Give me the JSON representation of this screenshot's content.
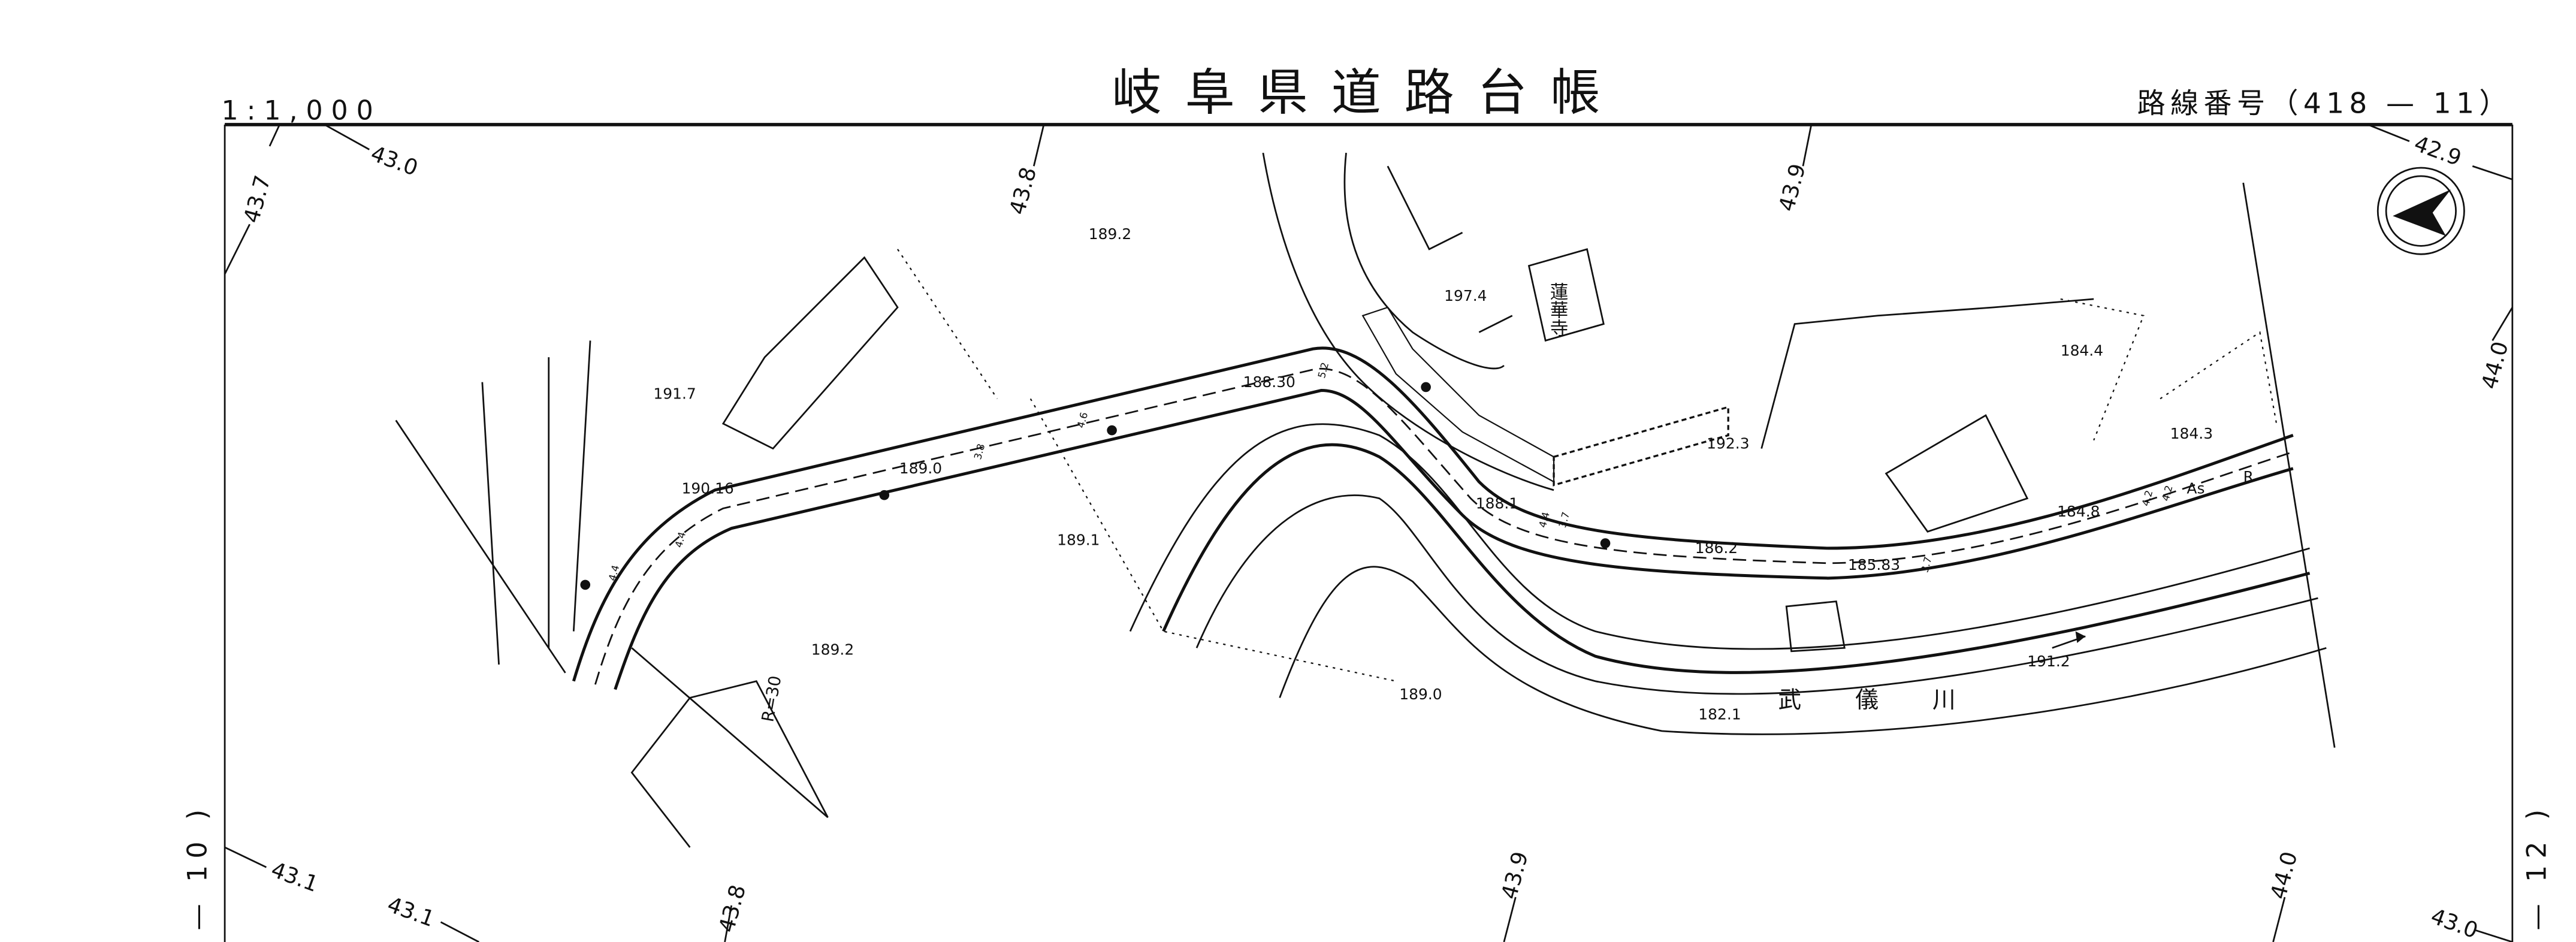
{
  "header": {
    "title": "岐阜県道路台帳",
    "scale": "1:1,000",
    "route_number": "路線番号（418 — 11）"
  },
  "sheet_links": {
    "left": "— 10 )",
    "right": "— 12 )"
  },
  "stations": [
    "43.7",
    "43.0",
    "43.8",
    "43.9",
    "42.9",
    "44.0",
    "43.1",
    "43.1",
    "43.8",
    "43.9",
    "44.0",
    "43.0"
  ],
  "elevations": [
    "189.2",
    "197.4",
    "191.7",
    "188.30",
    "189.0",
    "190.16",
    "189.1",
    "192.3",
    "184.4",
    "184.3",
    "184.8",
    "188.1",
    "186.2",
    "185.83",
    "189.2",
    "189.0",
    "191.2",
    "182.1"
  ],
  "labels": {
    "temple": "蓮華寺",
    "river": "武 儀 川",
    "curve_radius": "R=30",
    "pavement": "As",
    "road_mark": "R"
  },
  "widths": [
    "4.4",
    "4.4",
    "3.8",
    "4.6",
    "5.2",
    "4.4",
    "3.7",
    "3.7",
    "4.2",
    "4.2"
  ]
}
